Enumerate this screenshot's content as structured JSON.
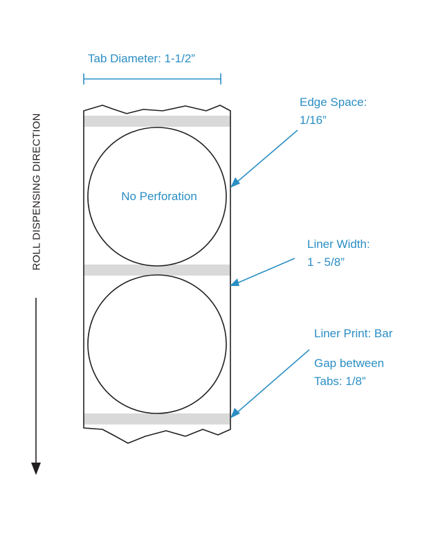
{
  "labels": {
    "tab_diameter": "Tab Diameter: 1-1/2”",
    "edge_space_line1": "Edge Space:",
    "edge_space_line2": "1/16”",
    "liner_width_line1": "Liner Width:",
    "liner_width_line2": "1 - 5/8”",
    "liner_print": "Liner Print: Bar",
    "gap_line1": "Gap between",
    "gap_line2": "Tabs: 1/8”",
    "no_perforation": "No Perforation",
    "roll_direction": "ROLL DISPENSING DIRECTION"
  },
  "colors": {
    "accent": "#2a8ec4",
    "outline": "#231f20",
    "bar": "#d9d9d9"
  }
}
